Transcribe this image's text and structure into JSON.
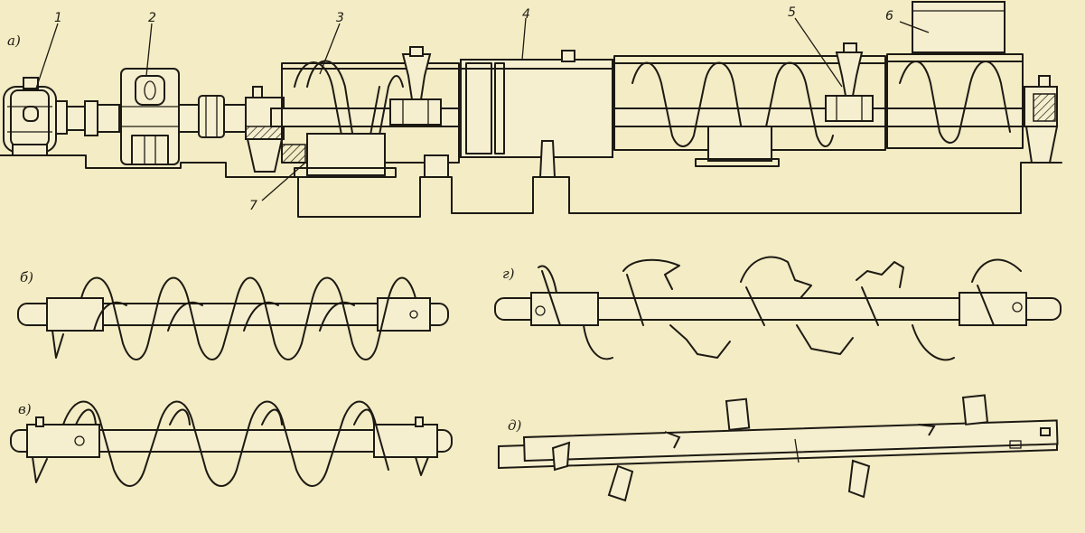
{
  "figure": {
    "background_color": "#f4ecc4",
    "line_color": "#1d1a14"
  },
  "callouts": [
    "1",
    "2",
    "3",
    "4",
    "5",
    "6",
    "7"
  ],
  "views": {
    "a": "а)",
    "b": "б)",
    "v": "в)",
    "g": "г)",
    "d": "д)"
  }
}
